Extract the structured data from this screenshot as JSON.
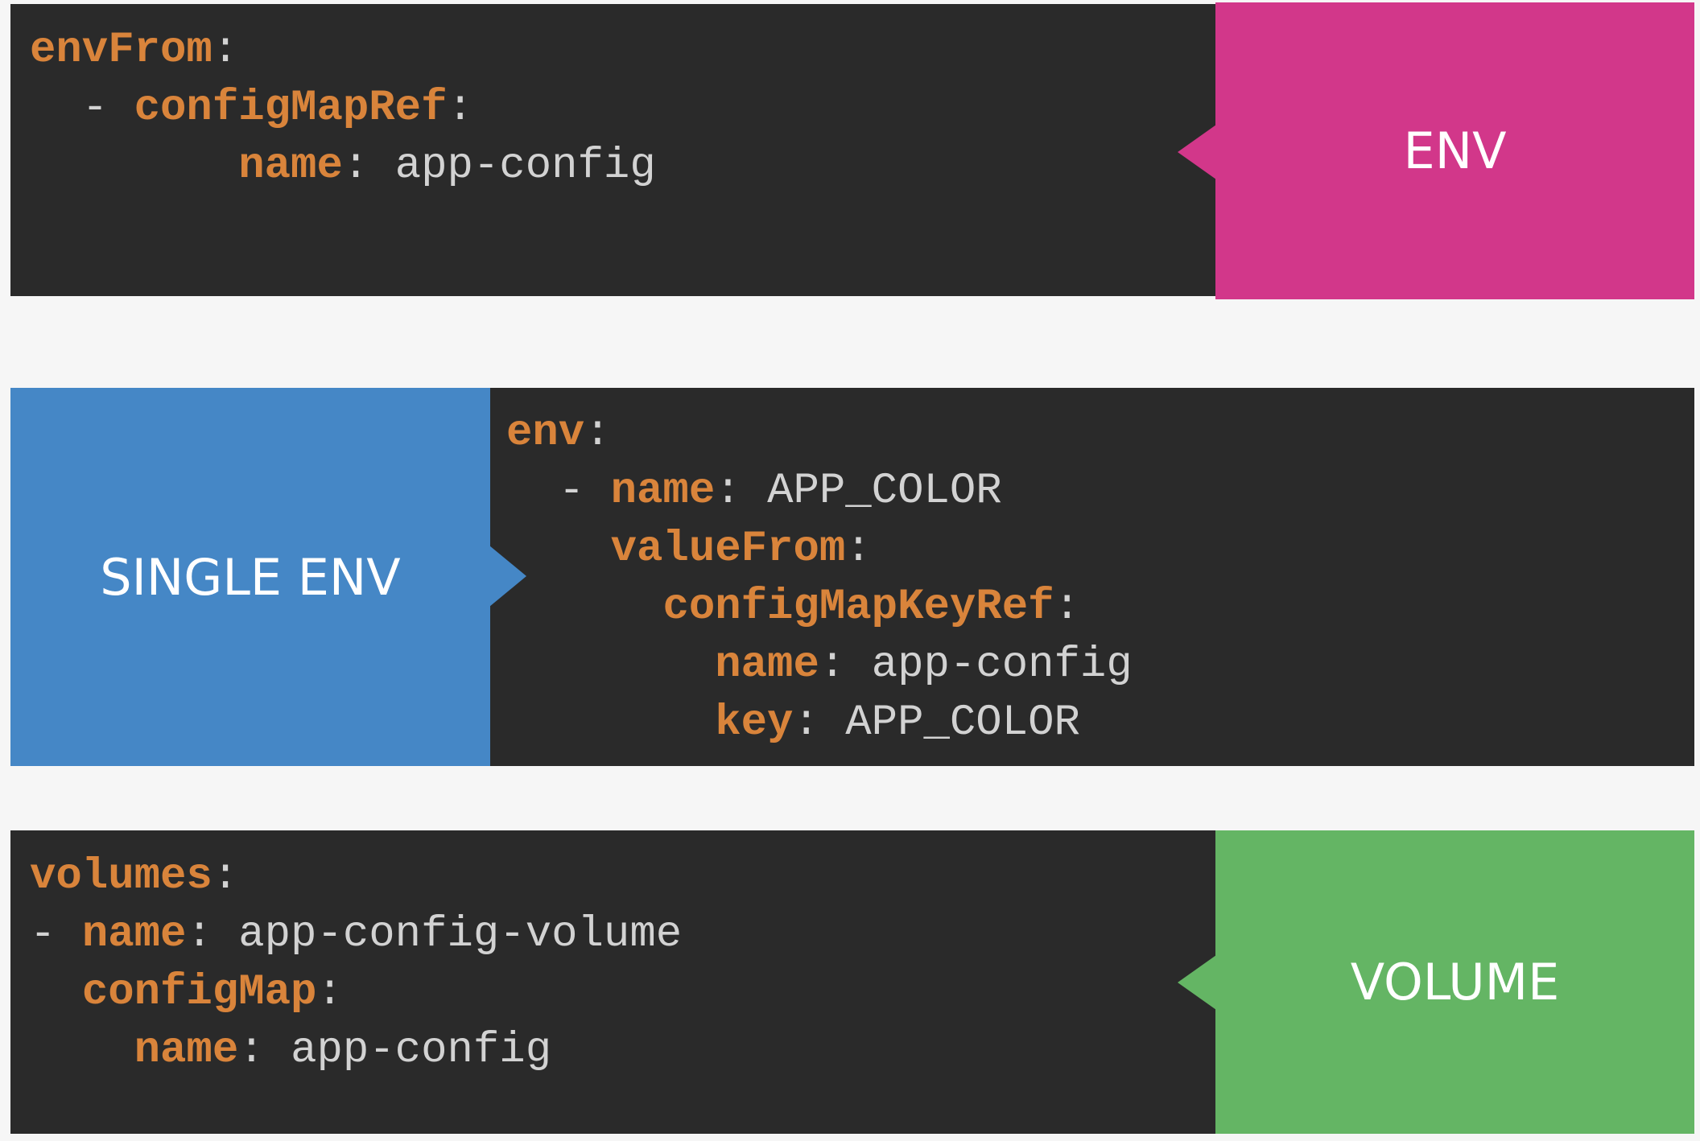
{
  "sections": {
    "env": {
      "label": "ENV",
      "color": "#d2378a",
      "code": {
        "l1_key": "envFrom",
        "l2_key": "configMapRef",
        "l3_key": "name",
        "l3_value": "app-config"
      }
    },
    "single_env": {
      "label": "SINGLE ENV",
      "color": "#4587c6",
      "code": {
        "l1_key": "env",
        "l2_key": "name",
        "l2_value": "APP_COLOR",
        "l3_key": "valueFrom",
        "l4_key": "configMapKeyRef",
        "l5_key": "name",
        "l5_value": "app-config",
        "l6_key": "key",
        "l6_value": "APP_COLOR"
      }
    },
    "volume": {
      "label": "VOLUME",
      "color": "#64b564",
      "code": {
        "l1_key": "volumes",
        "l2_key": "name",
        "l2_value": "app-config-volume",
        "l3_key": "configMap",
        "l4_key": "name",
        "l4_value": "app-config"
      }
    }
  },
  "code_colors": {
    "panel_bg": "#2a2a2a",
    "key": "#d9843b",
    "value": "#d2d2d2"
  }
}
